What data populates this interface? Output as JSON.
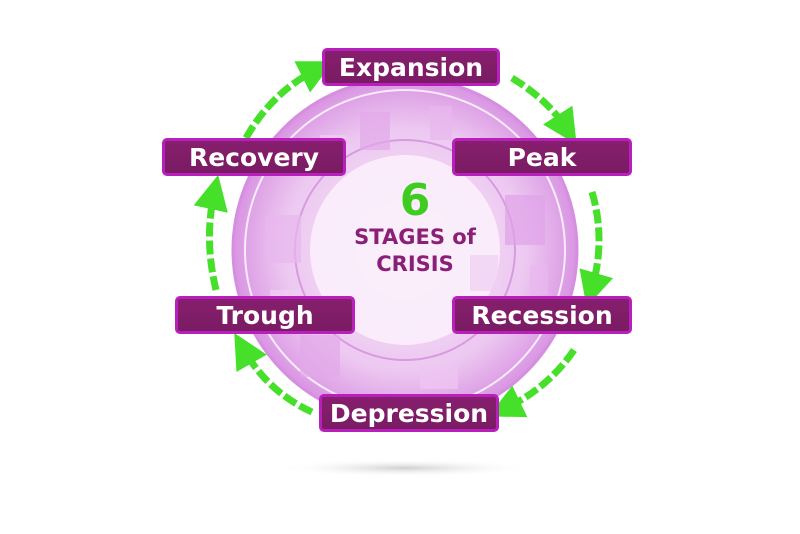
{
  "colors": {
    "box_fill": "#861f6e",
    "box_border": "#b81fbd",
    "arrow": "#46e02a",
    "number": "#3fcc21",
    "title": "#8a1f78",
    "ring": "#d58ee0"
  },
  "center": {
    "number": "6",
    "line1": "STAGES of",
    "line2": "CRISIS"
  },
  "stages": [
    {
      "id": "expansion",
      "label": "Expansion"
    },
    {
      "id": "peak",
      "label": "Peak"
    },
    {
      "id": "recession",
      "label": "Recession"
    },
    {
      "id": "depression",
      "label": "Depression"
    },
    {
      "id": "trough",
      "label": "Trough"
    },
    {
      "id": "recovery",
      "label": "Recovery"
    }
  ]
}
